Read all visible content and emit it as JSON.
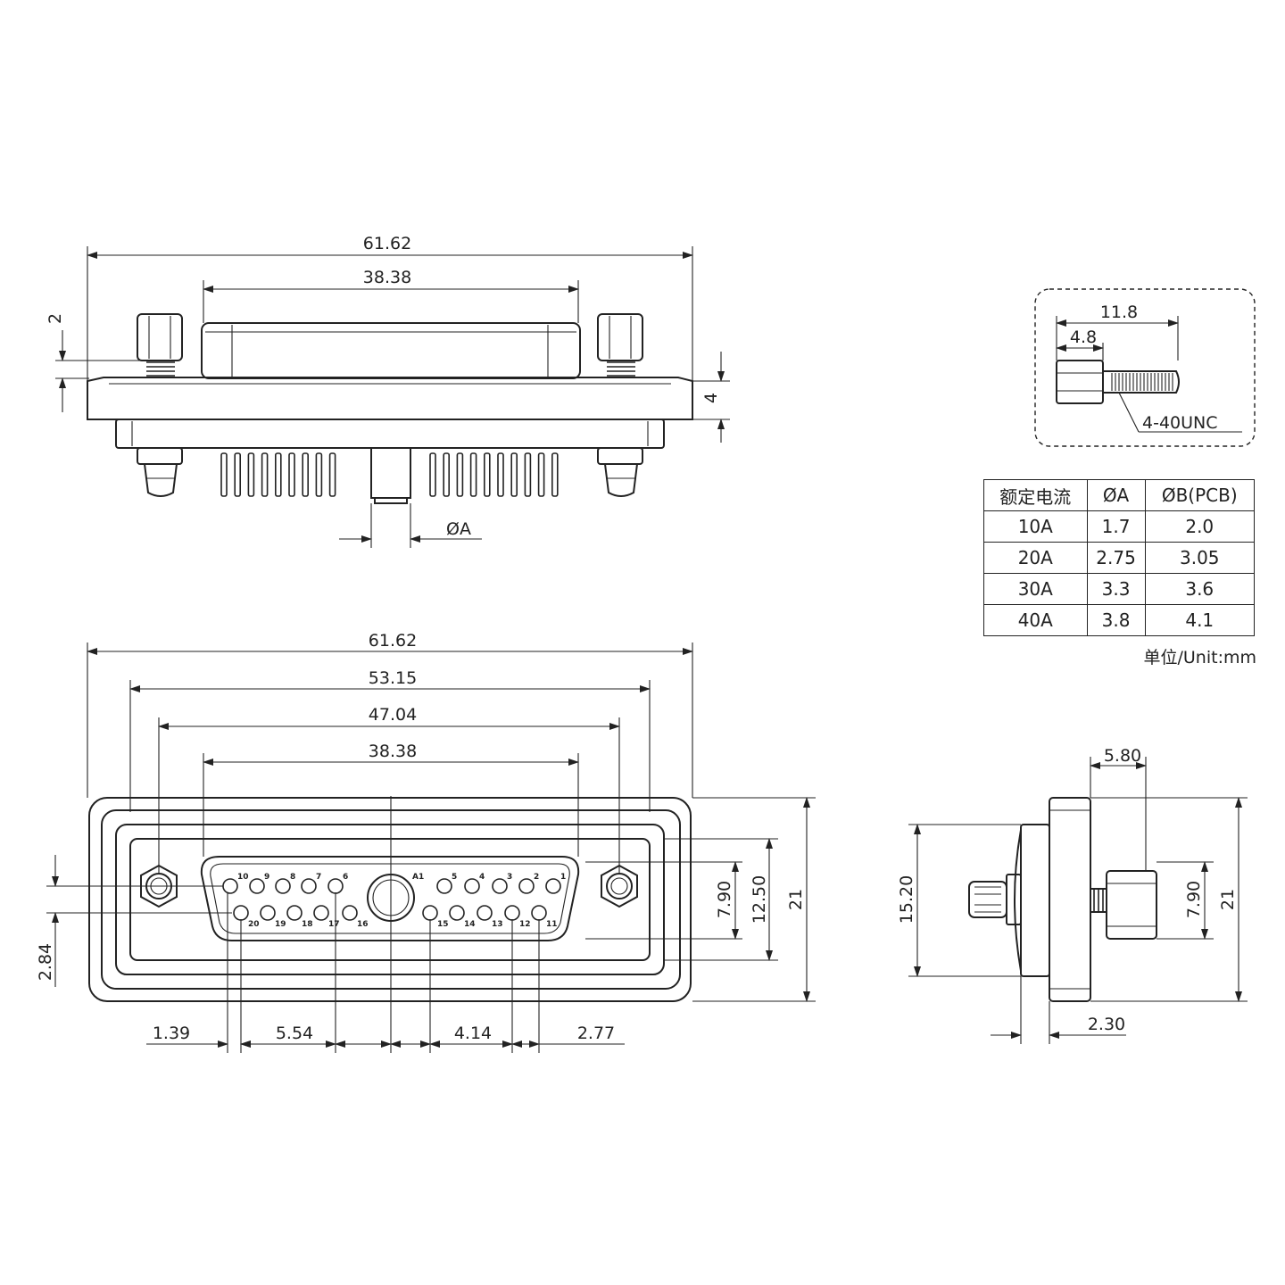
{
  "top_view": {
    "dim_total_width": "61.62",
    "dim_shell_width": "38.38",
    "dim_screw_gap": "2",
    "dim_flange_thickness": "4",
    "dim_pin_diameter": "ØA"
  },
  "screw_detail": {
    "dim_total_length": "11.8",
    "dim_hex_length": "4.8",
    "thread_label": "4-40UNC"
  },
  "spec_table": {
    "headers": [
      "额定电流",
      "ØA",
      "ØB(PCB)"
    ],
    "rows": [
      [
        "10A",
        "1.7",
        "2.0"
      ],
      [
        "20A",
        "2.75",
        "3.05"
      ],
      [
        "30A",
        "3.3",
        "3.6"
      ],
      [
        "40A",
        "3.8",
        "4.1"
      ]
    ],
    "unit_note": "单位/Unit:mm"
  },
  "front_view": {
    "dim_total_width": "61.62",
    "dim_width_2": "53.15",
    "dim_mount_hole_spacing": "47.04",
    "dim_shell_width": "38.38",
    "dim_row_spacing": "7.90",
    "dim_inner_height": "12.50",
    "dim_total_height": "21",
    "dim_pin_row_offset": "2.84",
    "dim_pitch_a": "1.39",
    "dim_pitch_b": "5.54",
    "dim_pitch_c": "4.14",
    "dim_pitch_d": "2.77",
    "pin_labels_top": [
      "10",
      "9",
      "8",
      "7",
      "6",
      "A1",
      "5",
      "4",
      "3",
      "2",
      "1"
    ],
    "pin_labels_bottom": [
      "20",
      "19",
      "18",
      "17",
      "16",
      "15",
      "14",
      "13",
      "12",
      "11"
    ]
  },
  "side_view": {
    "dim_depth": "5.80",
    "dim_body_height": "15.20",
    "dim_row_spacing": "7.90",
    "dim_total_height": "21",
    "dim_flange": "2.30"
  }
}
